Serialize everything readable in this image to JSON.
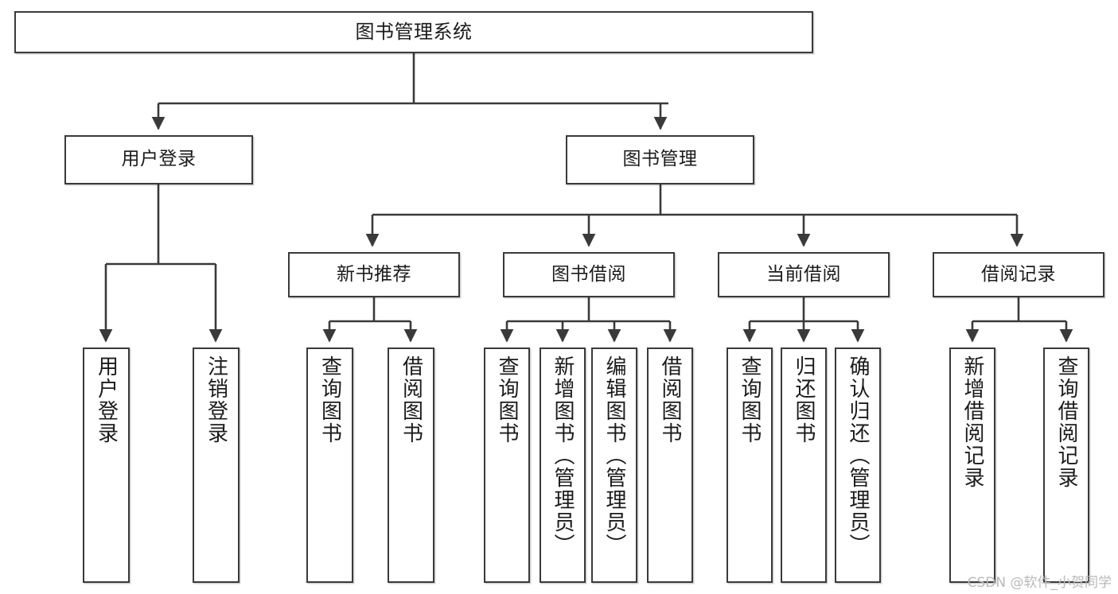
{
  "diagram": {
    "title": "图书管理系统",
    "type": "tree-hierarchy-chart",
    "stroke_color": "#3a3a3a",
    "fill_color": "#ffffff",
    "text_color": "#1b1b1b"
  },
  "nodes": {
    "root": {
      "label": "图书管理系统"
    },
    "level2": [
      {
        "id": "user-login",
        "label": "用户登录"
      },
      {
        "id": "book-management",
        "label": "图书管理"
      }
    ],
    "level3": [
      {
        "id": "new-book-recommend",
        "label": "新书推荐"
      },
      {
        "id": "book-borrow",
        "label": "图书借阅"
      },
      {
        "id": "current-borrow",
        "label": "当前借阅"
      },
      {
        "id": "borrow-record",
        "label": "借阅记录"
      }
    ],
    "leaves": {
      "user-login": [
        {
          "id": "leaf-user-login",
          "label": "用户登录"
        },
        {
          "id": "leaf-logout",
          "label": "注销登录"
        }
      ],
      "new-book-recommend": [
        {
          "id": "leaf-query-book-1",
          "label": "查询图书"
        },
        {
          "id": "leaf-borrow-book-1",
          "label": "借阅图书"
        }
      ],
      "book-borrow": [
        {
          "id": "leaf-query-book-2",
          "label": "查询图书"
        },
        {
          "id": "leaf-add-book",
          "label": "新增图书（管理员）"
        },
        {
          "id": "leaf-edit-book",
          "label": "编辑图书（管理员）"
        },
        {
          "id": "leaf-borrow-book-2",
          "label": "借阅图书"
        }
      ],
      "current-borrow": [
        {
          "id": "leaf-query-book-3",
          "label": "查询图书"
        },
        {
          "id": "leaf-return-book",
          "label": "归还图书"
        },
        {
          "id": "leaf-confirm-return",
          "label": "确认归还（管理员）"
        }
      ],
      "borrow-record": [
        {
          "id": "leaf-add-record",
          "label": "新增借阅记录"
        },
        {
          "id": "leaf-query-record",
          "label": "查询借阅记录"
        }
      ]
    }
  },
  "watermark": {
    "text": "CSDN @软件_小贺同学"
  }
}
